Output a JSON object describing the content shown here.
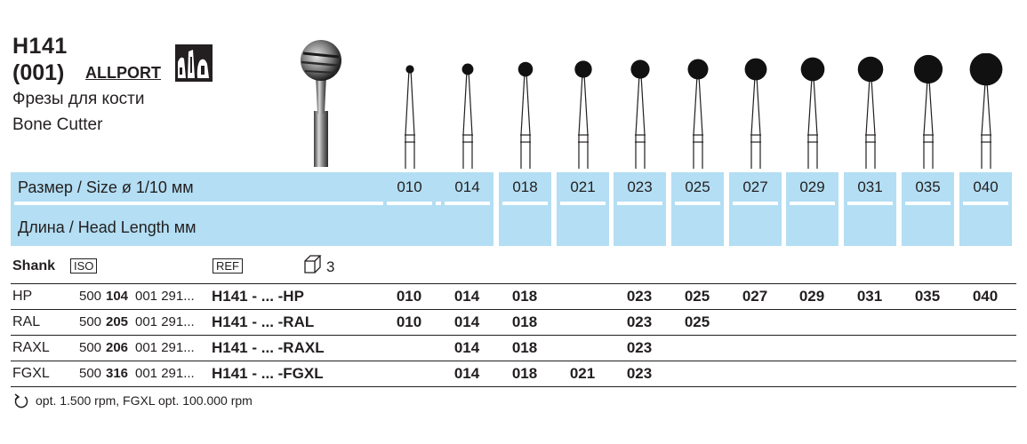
{
  "header": {
    "code": "H141",
    "figure": "(001)",
    "brand": "ALLPORT",
    "name_ru": "Фрезы для кости",
    "name_en": "Bone Cutter"
  },
  "sizes": {
    "label": "Размер / Size ø 1/10 мм",
    "length_label": "Длина / Head Length мм",
    "values": [
      "010",
      "014",
      "018",
      "021",
      "023",
      "025",
      "027",
      "029",
      "031",
      "035",
      "040"
    ]
  },
  "table": {
    "shank_label": "Shank",
    "iso_label": "ISO",
    "ref_label": "REF",
    "pack_qty": "3",
    "rows": [
      {
        "shank": "HP",
        "iso_pre": "500",
        "iso_bold": "104",
        "iso_post": "001 291...",
        "ref": "H141 - ... -HP",
        "sizes": [
          "010",
          "014",
          "018",
          "",
          "023",
          "025",
          "027",
          "029",
          "031",
          "035",
          "040"
        ]
      },
      {
        "shank": "RAL",
        "iso_pre": "500",
        "iso_bold": "205",
        "iso_post": "001 291...",
        "ref": "H141 - ... -RAL",
        "sizes": [
          "010",
          "014",
          "018",
          "",
          "023",
          "025",
          "",
          "",
          "",
          "",
          ""
        ]
      },
      {
        "shank": "RAXL",
        "iso_pre": "500",
        "iso_bold": "206",
        "iso_post": "001 291...",
        "ref": "H141 - ... -RAXL",
        "sizes": [
          "",
          "014",
          "018",
          "",
          "023",
          "",
          "",
          "",
          "",
          "",
          ""
        ]
      },
      {
        "shank": "FGXL",
        "iso_pre": "500",
        "iso_bold": "316",
        "iso_post": "001 291...",
        "ref": "H141 - ... -FGXL",
        "sizes": [
          "",
          "014",
          "018",
          "021",
          "023",
          "",
          "",
          "",
          "",
          "",
          ""
        ]
      }
    ]
  },
  "footer": {
    "rpm_note": "opt. 1.500 rpm, FGXL opt. 100.000 rpm"
  },
  "colors": {
    "band": "#b3def3",
    "text": "#231f20"
  },
  "icons": [
    "bur-photo-icon",
    "allport-logo-icon",
    "package-icon",
    "rotation-icon"
  ]
}
